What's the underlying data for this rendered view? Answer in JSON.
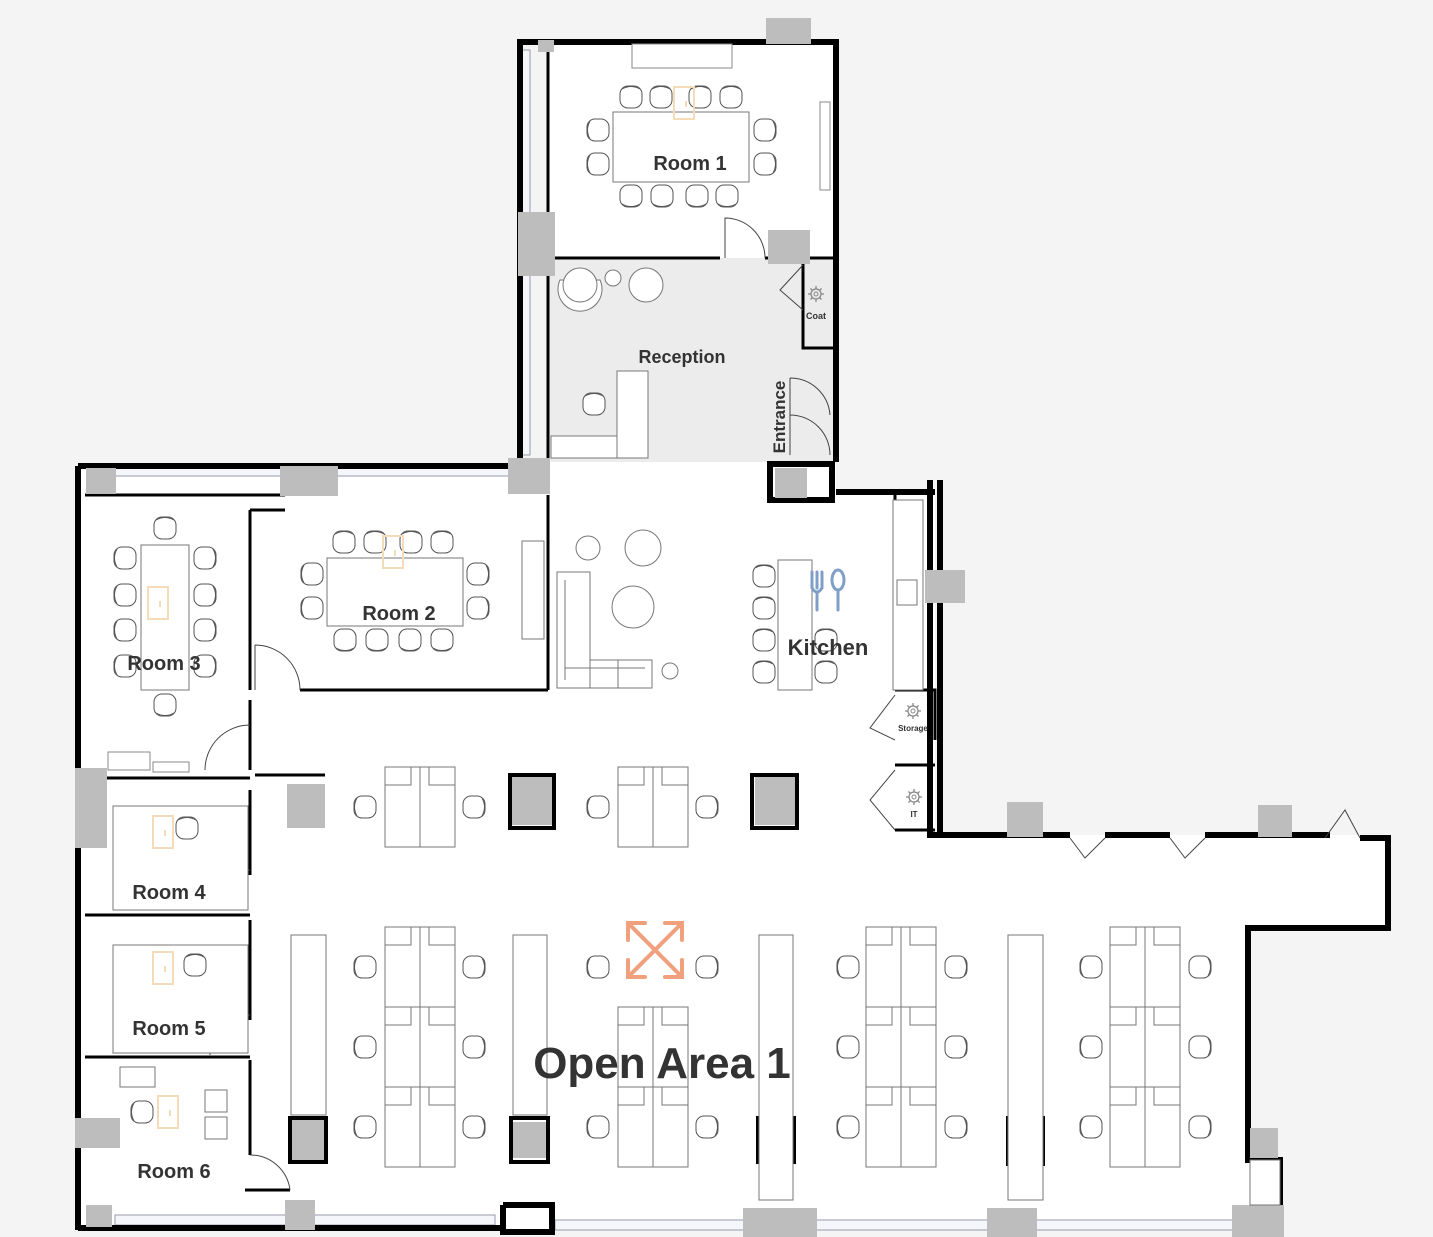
{
  "rooms": {
    "room1": "Room 1",
    "room2": "Room 2",
    "room3": "Room 3",
    "room4": "Room 4",
    "room5": "Room 5",
    "room6": "Room 6",
    "reception": "Reception",
    "kitchen": "Kitchen",
    "open_area": "Open Area 1"
  },
  "closets": {
    "coat": "Coat",
    "storage": "Storage",
    "it": "IT"
  },
  "entrance": "Entrance",
  "icons": {
    "screen": "screen-icon",
    "kitchen": "fork-spoon-icon",
    "closet": "gear-icon",
    "expand": "expand-arrows-icon"
  },
  "colors": {
    "wall": "#000000",
    "floor": "#ffffff",
    "reception_floor": "#ececec",
    "column": "#bdbdbd",
    "screen_icon": "#f5dcb8",
    "kitchen_icon": "#7f9fc8",
    "expand_icon": "#f0a07c"
  }
}
